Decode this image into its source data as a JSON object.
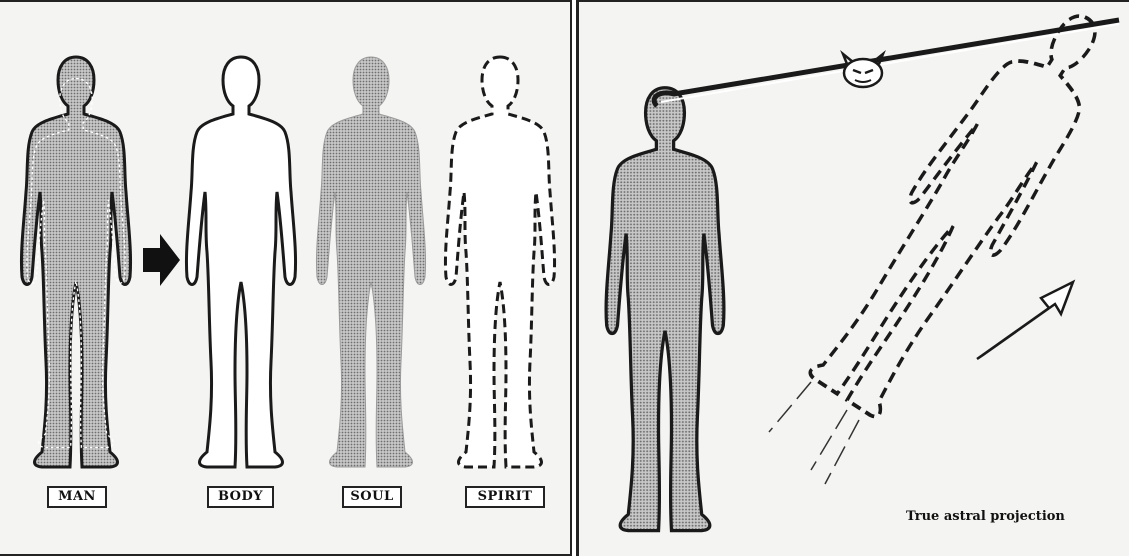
{
  "left": {
    "labels": [
      "MAN",
      "BODY",
      "SOUL",
      "SPIRIT"
    ]
  },
  "right": {
    "caption": "True astral projection"
  },
  "colors": {
    "outline": "#1a1a1a",
    "stipple": "#9a9a9a",
    "background": "#f4f4f2"
  }
}
